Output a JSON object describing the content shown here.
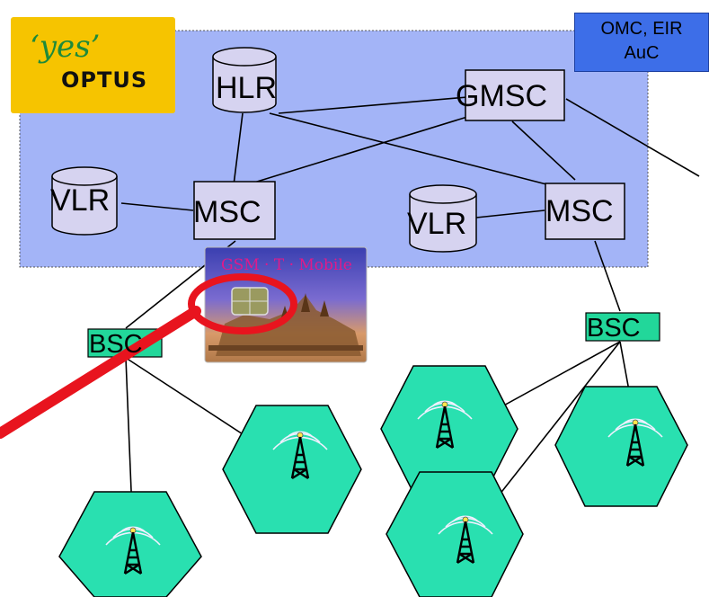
{
  "logo": {
    "tagline": "‘yes’",
    "name": "OPTUS"
  },
  "omc_box": {
    "line1": "OMC, EIR",
    "line2": "AuC"
  },
  "nodes": {
    "hlr": "HLR",
    "gmsc": "GMSC",
    "vlr_left": "VLR",
    "msc_left": "MSC",
    "vlr_right": "VLR",
    "msc_right": "MSC",
    "bsc_left": "BSC",
    "bsc_right": "BSC"
  },
  "sim_card": {
    "brand": "GSM · T · Mobile"
  },
  "colors": {
    "network_area": "#a3b4f7",
    "node_fill": "#d6d3f0",
    "bsc_fill": "#22d79a",
    "cell_fill": "#29e0b0",
    "omc_fill": "#3d6ee8",
    "highlight": "#e8141e",
    "logo_fill": "#f6c400"
  },
  "icons": [
    "cell-tower-icon",
    "database-icon",
    "sim-card-icon"
  ]
}
